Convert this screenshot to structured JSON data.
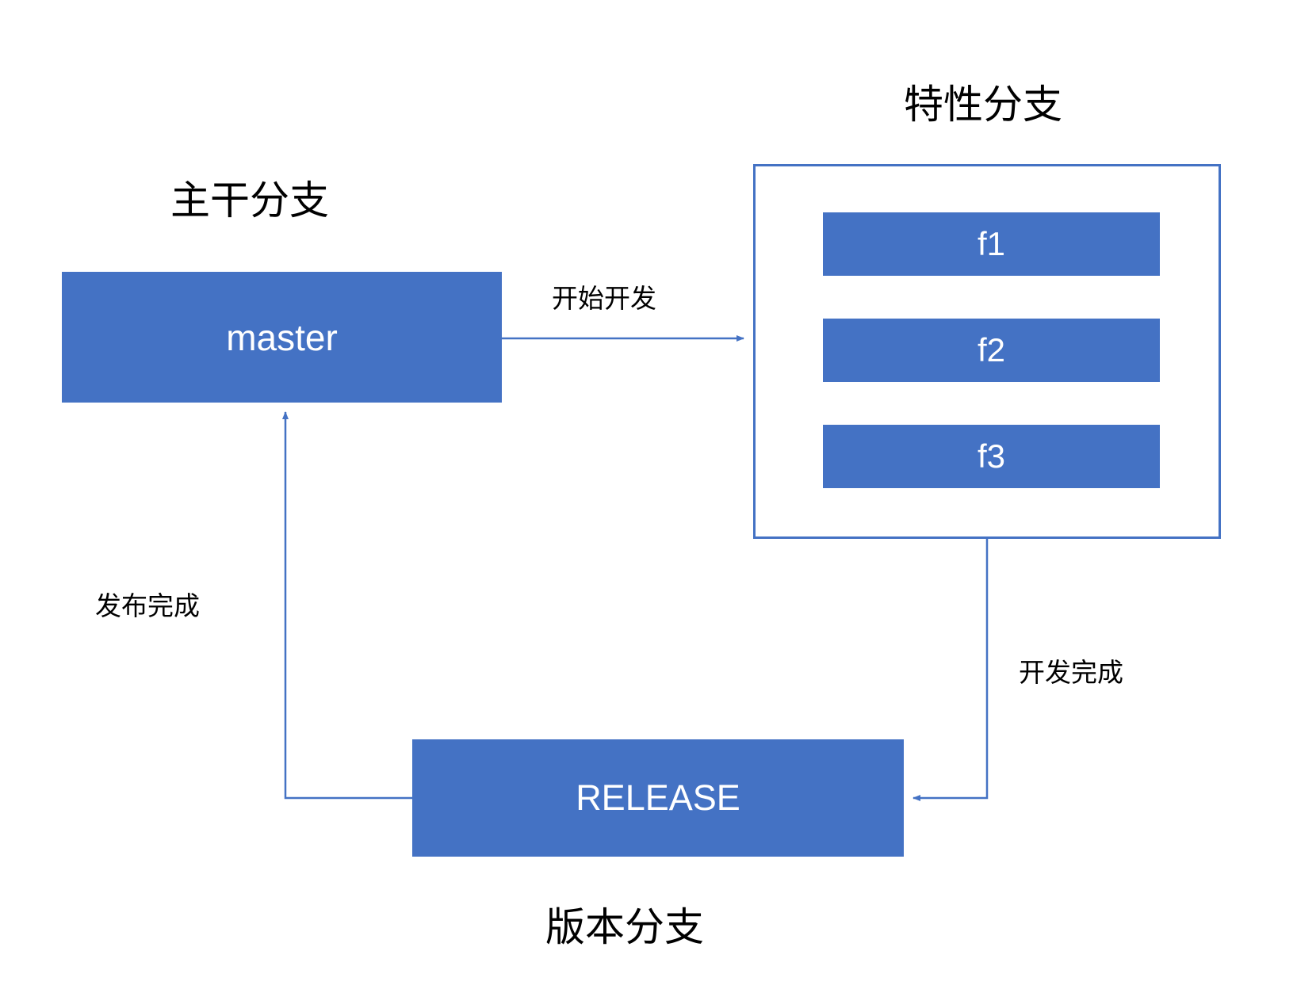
{
  "diagram": {
    "feature_group": {
      "title": "特性分支",
      "items": [
        {
          "label": "f1"
        },
        {
          "label": "f2"
        },
        {
          "label": "f3"
        }
      ]
    },
    "master": {
      "title": "主干分支",
      "label": "master"
    },
    "release": {
      "title": "版本分支",
      "label": "RELEASE"
    },
    "edges": {
      "start_dev": "开始开发",
      "dev_done": "开发完成",
      "release_done": "发布完成"
    },
    "colors": {
      "box_fill": "#4472c4",
      "container_border": "#4472c4",
      "arrow": "#4472c4",
      "box_text": "#ffffff",
      "label_text": "#000000",
      "background": "#ffffff"
    }
  }
}
